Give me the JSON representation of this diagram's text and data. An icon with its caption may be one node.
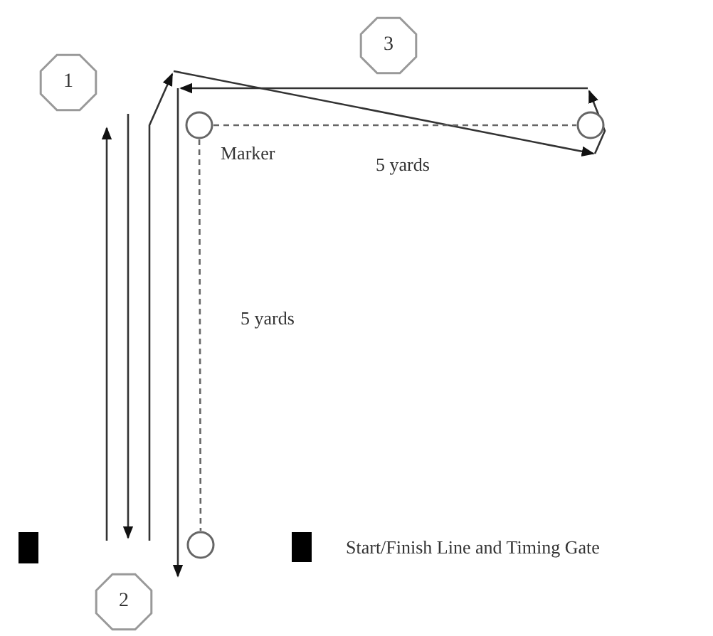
{
  "diagram": {
    "nodes": [
      {
        "text": [
          "1"
        ]
      },
      {
        "text": [
          "3"
        ]
      },
      {
        "text": [],
        "shape": "circle",
        "beside": [
          "Marker"
        ]
      },
      {
        "text": [],
        "shape": "circle"
      },
      {
        "text": [],
        "shape": "circle"
      },
      {
        "text": [
          "2"
        ]
      }
    ],
    "edges": [
      {
        "from": 2,
        "to": 3,
        "arrow": "none",
        "style": "dashed",
        "label": "5 yards"
      },
      {
        "from": 2,
        "to": 4,
        "arrow": "none",
        "style": "dashed",
        "label": "5 yards"
      }
    ],
    "legend": [
      {
        "text": "Start/Finish Line and Timing Gate",
        "color": "#000000"
      }
    ]
  }
}
